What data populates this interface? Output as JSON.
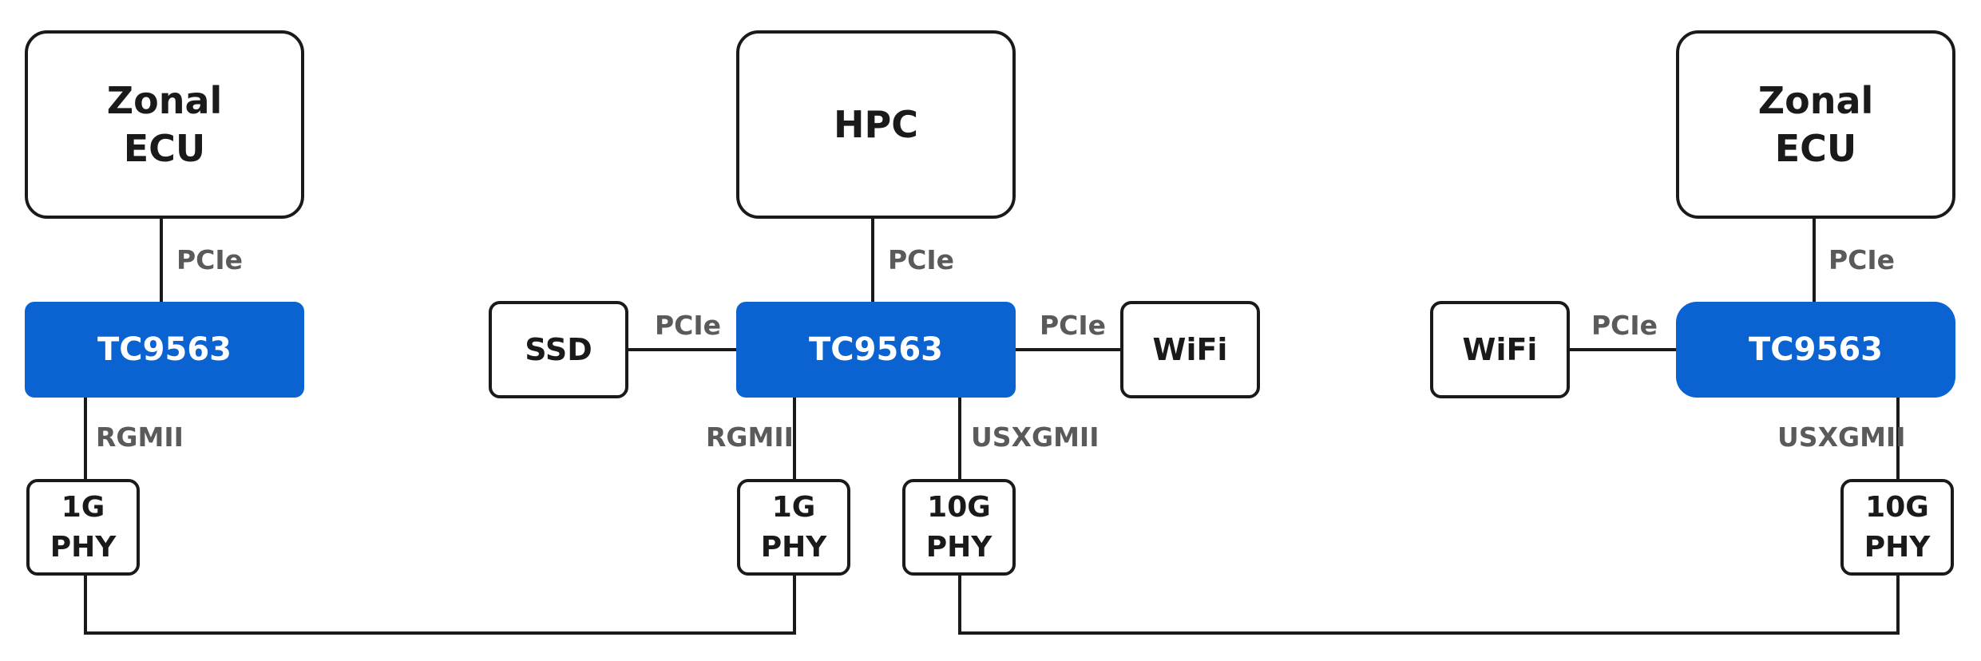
{
  "left_zone": {
    "ecu": [
      "Zonal",
      "ECU"
    ],
    "ecu_link": "PCIe",
    "chip": "TC9563",
    "phy_link": "RGMII",
    "phy": [
      "1G",
      "PHY"
    ]
  },
  "center_zone": {
    "hpc": "HPC",
    "hpc_link": "PCIe",
    "chip": "TC9563",
    "ssd": "SSD",
    "ssd_link": "PCIe",
    "wifi": "WiFi",
    "wifi_link": "PCIe",
    "phy1_link": "RGMII",
    "phy1": [
      "1G",
      "PHY"
    ],
    "phy10_link": "USXGMII",
    "phy10": [
      "10G",
      "PHY"
    ]
  },
  "right_zone": {
    "ecu": [
      "Zonal",
      "ECU"
    ],
    "ecu_link": "PCIe",
    "chip": "TC9563",
    "wifi": "WiFi",
    "wifi_link": "PCIe",
    "phy_link": "USXGMII",
    "phy": [
      "10G",
      "PHY"
    ]
  },
  "colors": {
    "chip_fill": "#0a63d1",
    "line": "#1a1a1a",
    "link_label": "#5a5a5a"
  }
}
